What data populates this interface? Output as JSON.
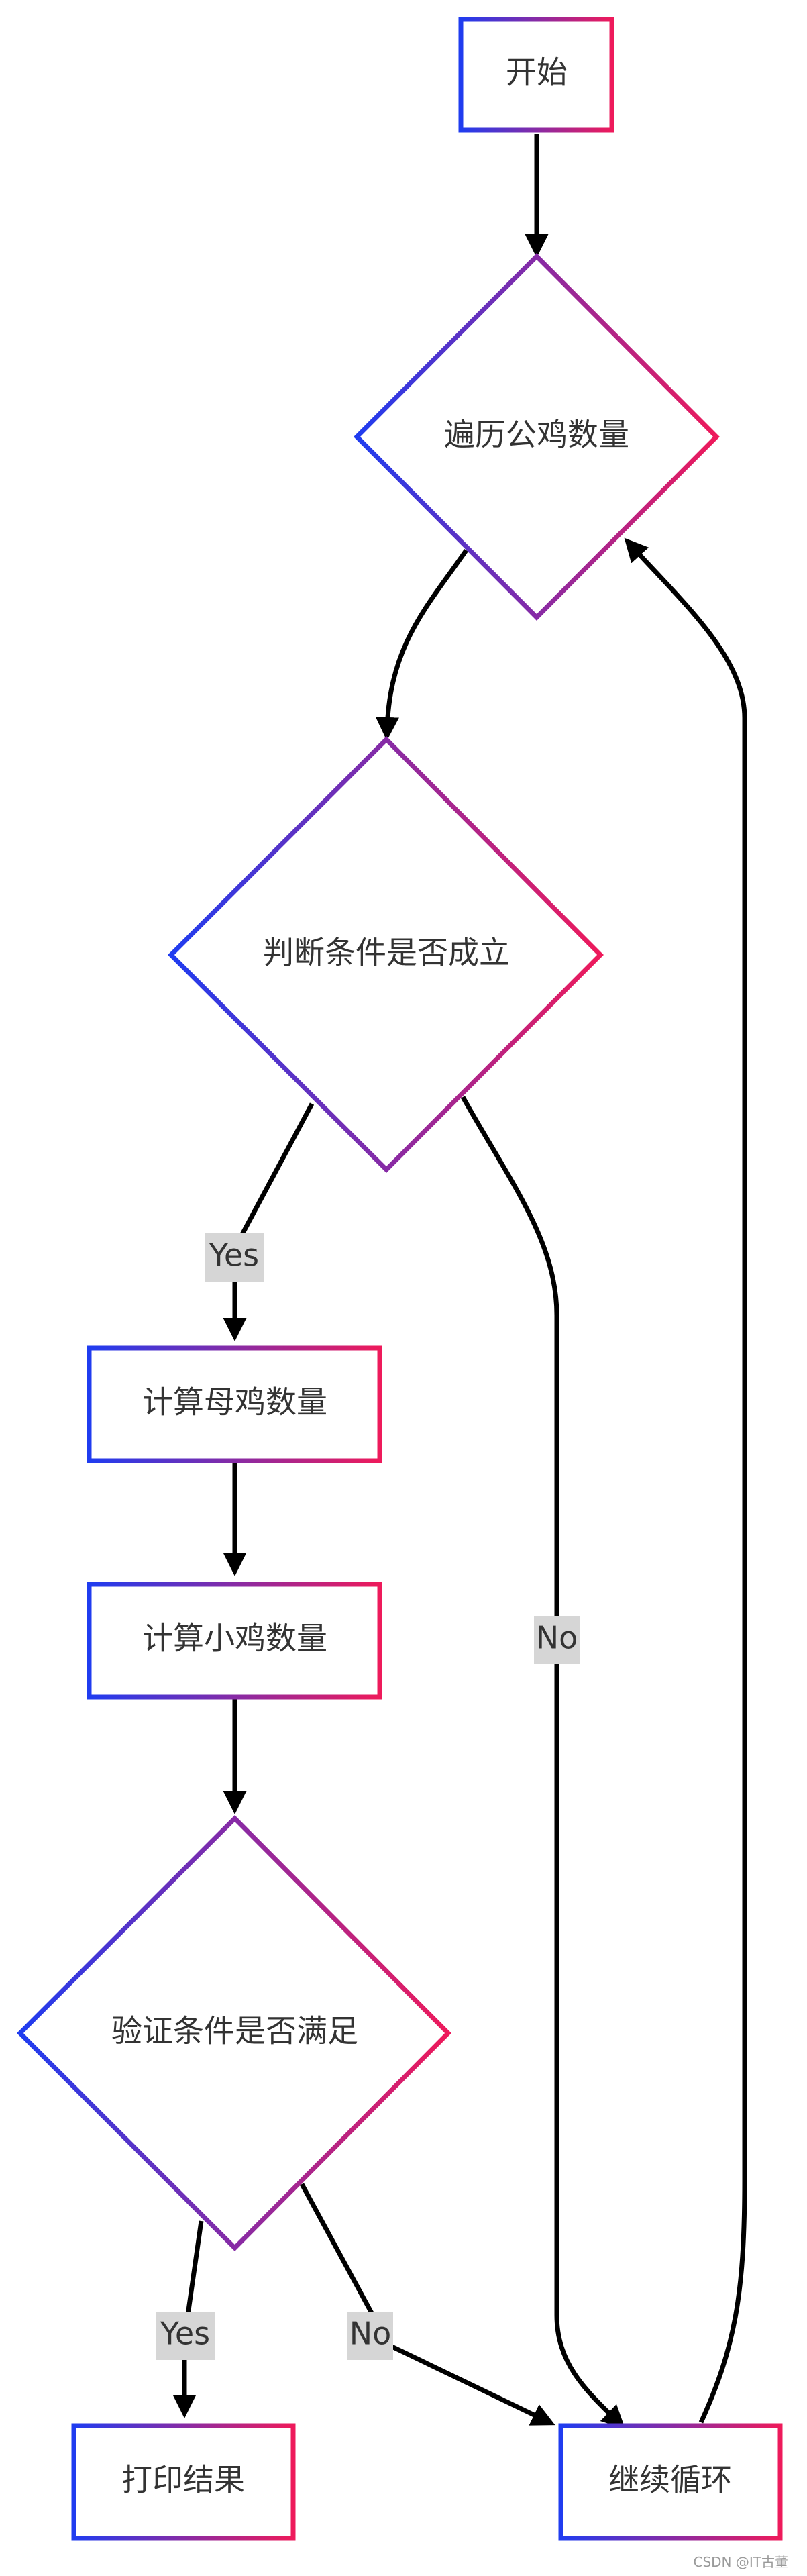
{
  "diagram": {
    "type": "flowchart",
    "nodes": {
      "start": "开始",
      "loop_rooster": "遍历公鸡数量",
      "check_condition": "判断条件是否成立",
      "calc_hen": "计算母鸡数量",
      "calc_chick": "计算小鸡数量",
      "verify_condition": "验证条件是否满足",
      "print_result": "打印结果",
      "continue_loop": "继续循环"
    },
    "edge_labels": {
      "condition_yes": "Yes",
      "condition_no": "No",
      "verify_yes": "Yes",
      "verify_no": "No"
    },
    "colors": {
      "gradient_start": "#1f3cf0",
      "gradient_end": "#ee1a5b",
      "edge": "#000000",
      "label_bg": "#d6d6d6"
    }
  },
  "watermark": "CSDN @IT古董"
}
